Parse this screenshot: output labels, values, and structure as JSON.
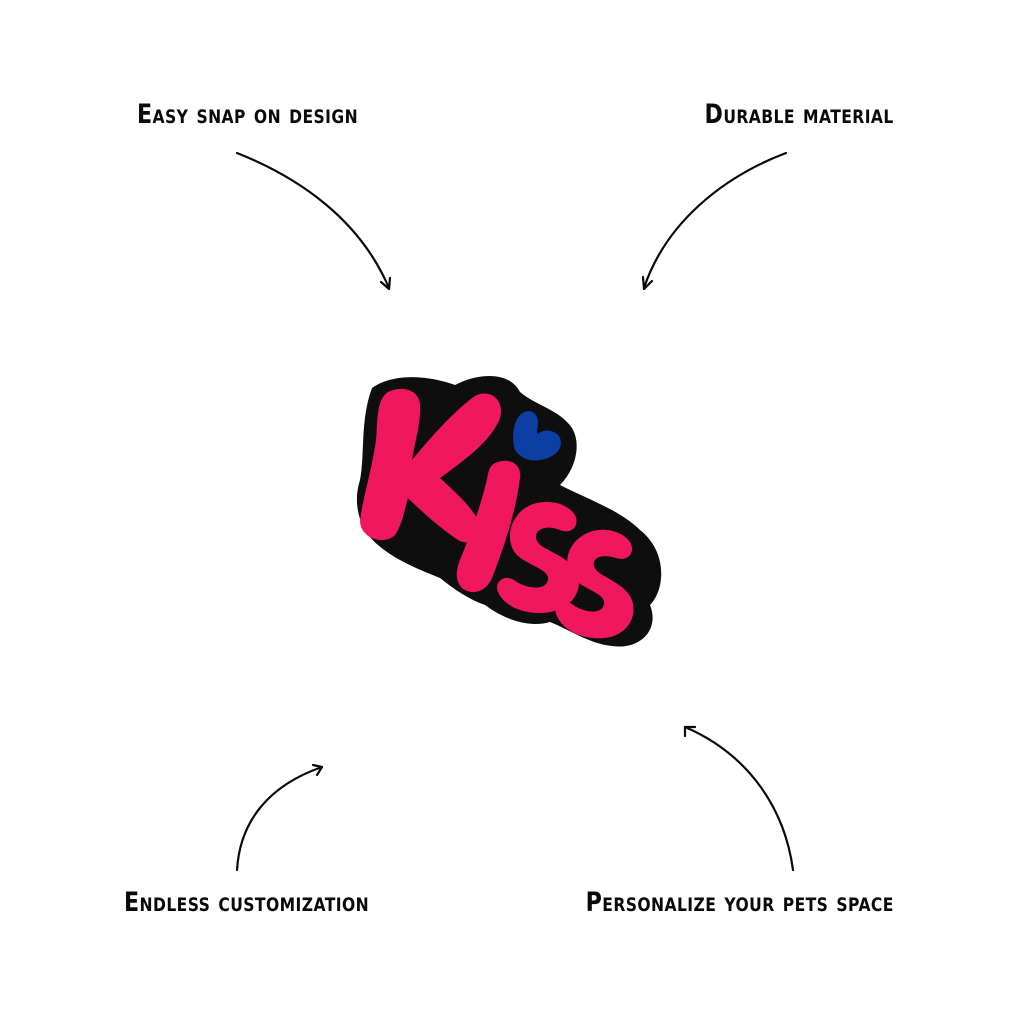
{
  "features": {
    "top_left": "Easy snap on design",
    "top_right": "Durable material",
    "bottom_left": "Endless customization",
    "bottom_right": "Personalize your pets space"
  },
  "product": {
    "text": "Kiss",
    "icon": "heart-icon",
    "colors": {
      "letters": "#f0175e",
      "backing": "#0e0e0e",
      "heart": "#0c3ea3",
      "background": "#ffffff"
    }
  },
  "arrows": [
    {
      "name": "arrow-top-left",
      "direction": "down-right"
    },
    {
      "name": "arrow-top-right",
      "direction": "down-left"
    },
    {
      "name": "arrow-bottom-left",
      "direction": "up-right"
    },
    {
      "name": "arrow-bottom-right",
      "direction": "up-left"
    }
  ]
}
